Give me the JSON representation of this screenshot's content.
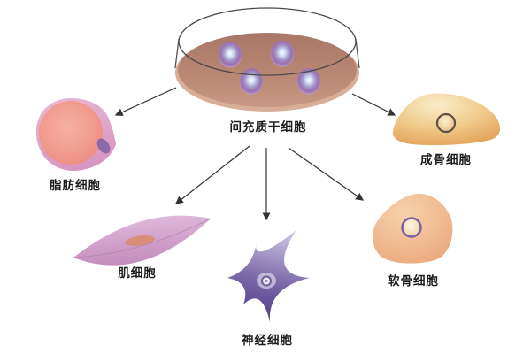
{
  "diagram": {
    "source": {
      "label": "间充质干细胞",
      "container": "petri-dish",
      "cells_in_dish": 4
    },
    "targets": [
      {
        "id": "adipocyte",
        "label": "脂肪细胞"
      },
      {
        "id": "osteoblast",
        "label": "成骨细胞"
      },
      {
        "id": "myocyte",
        "label": "肌细胞"
      },
      {
        "id": "neuron",
        "label": "神经细胞"
      },
      {
        "id": "chondrocyte",
        "label": "软骨细胞"
      }
    ],
    "arrows": [
      {
        "from": "间充质干细胞",
        "to": "脂肪细胞"
      },
      {
        "from": "间充质干细胞",
        "to": "成骨细胞"
      },
      {
        "from": "间充质干细胞",
        "to": "肌细胞"
      },
      {
        "from": "间充质干细胞",
        "to": "神经细胞"
      },
      {
        "from": "间充质干细胞",
        "to": "软骨细胞"
      }
    ],
    "colors": {
      "medium_top": "#a87766",
      "medium_bottom": "#c79884",
      "medium_rim_light": "#d9ae97",
      "dish_outline": "#4a4a4a",
      "stem_cell_purple": "#9a6fae",
      "adipocyte_body": "#dda3c8",
      "lipid_droplet": "#ef9488",
      "adipocyte_nucleus": "#8e68a8",
      "osteoblast_body": "#eab369",
      "osteoblast_nucleus_ring": "#5d5048",
      "myocyte_body": "#cf9cc6",
      "myocyte_nucleus": "#d98e78",
      "neuron_dark": "#4f3c86",
      "neuron_light": "#cdc4e2",
      "neuron_nucleus_ring": "#6f5da2",
      "chondrocyte_body": "#f0bb92",
      "chondrocyte_nucleus_ring": "#7a5ca0",
      "arrow": "#333333",
      "label_text": "#1c1c1c"
    }
  }
}
